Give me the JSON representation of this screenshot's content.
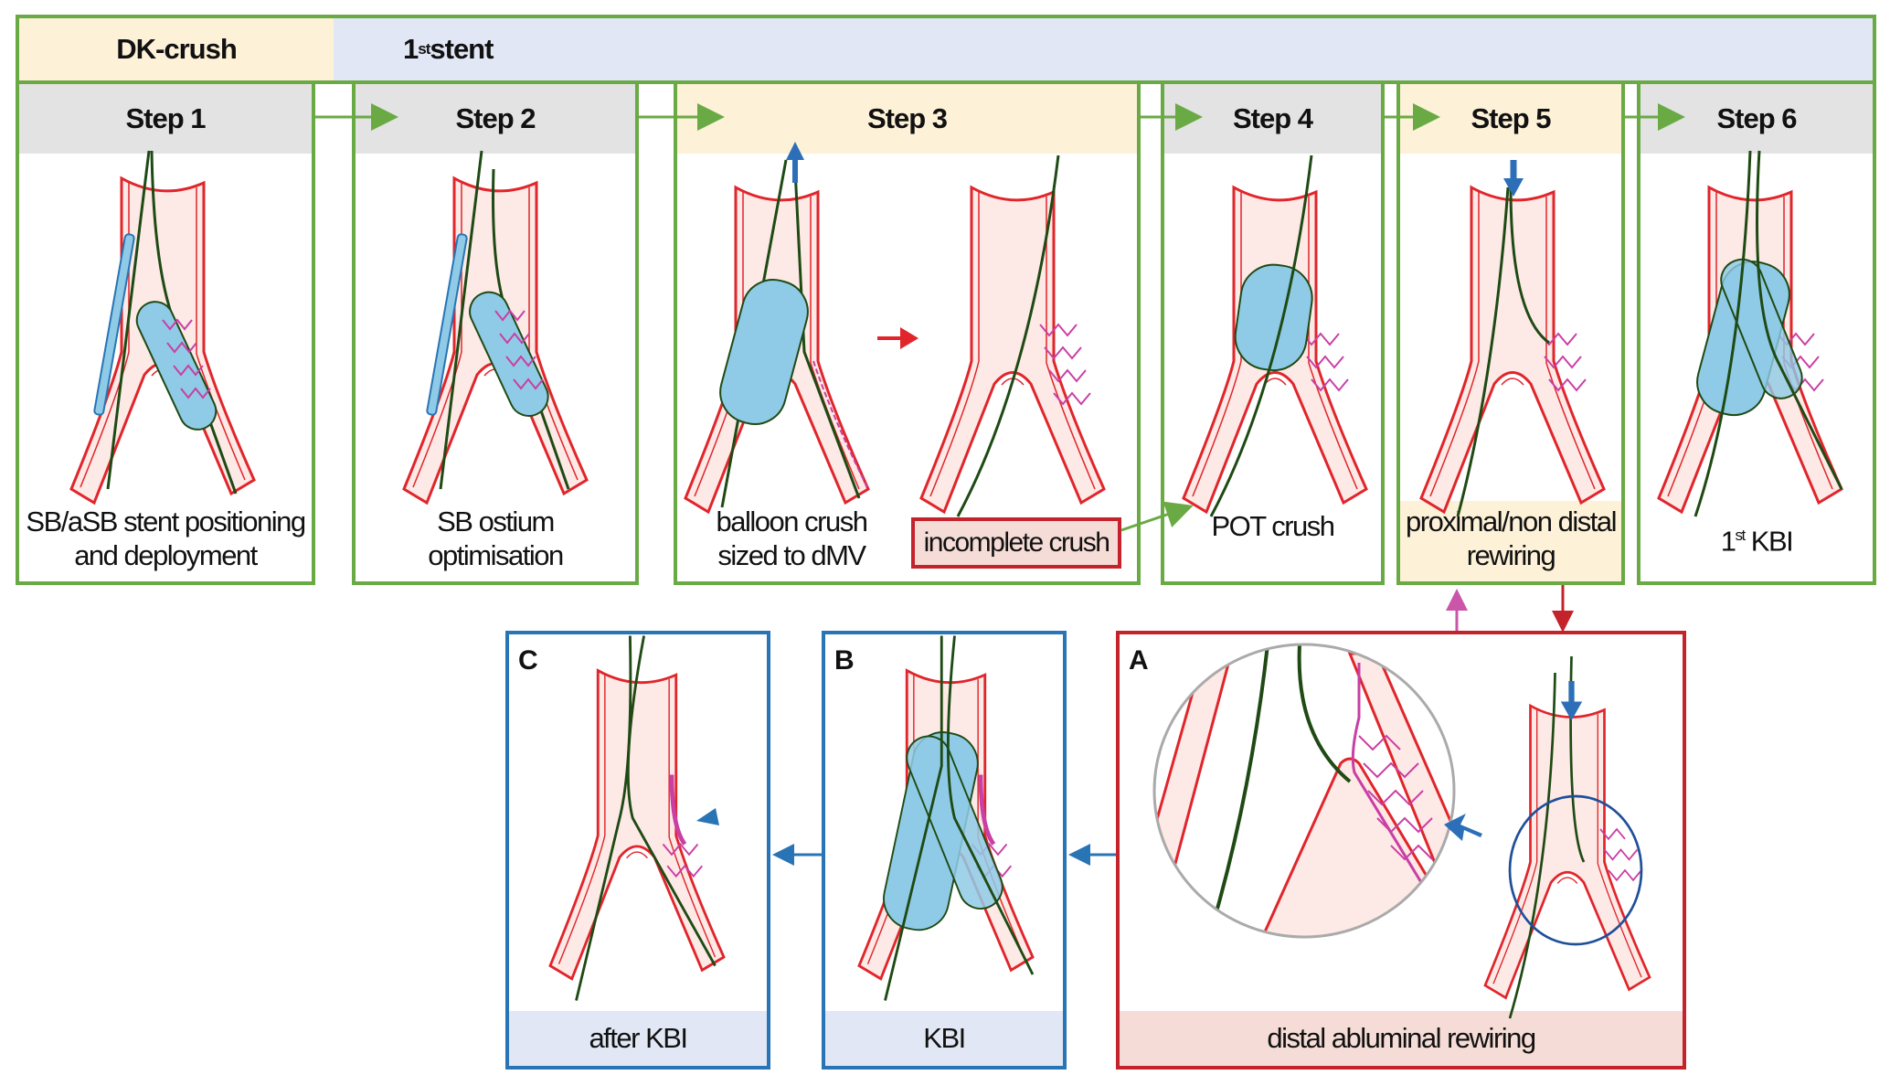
{
  "header": {
    "technique_label": "DK-crush",
    "stage_label_num": "1",
    "stage_label_sup": "st",
    "stage_label_text": " stent"
  },
  "steps": [
    {
      "label": "Step 1",
      "caption_lines": [
        "SB/aSB stent positioning",
        "and deployment"
      ],
      "highlight": false
    },
    {
      "label": "Step 2",
      "caption_lines": [
        "SB ostium",
        "optimisation"
      ],
      "highlight": false
    },
    {
      "label": "Step 3",
      "caption_lines": [
        "balloon crush",
        "sized to dMV"
      ],
      "highlight": true,
      "side_note": "incomplete crush"
    },
    {
      "label": "Step 4",
      "caption_lines": [
        "POT crush"
      ],
      "highlight": false
    },
    {
      "label": "Step 5",
      "caption_lines": [
        "proximal/non distal",
        "rewiring"
      ],
      "highlight": true
    },
    {
      "label": "Step 6",
      "caption_num": "1",
      "caption_sup": "st",
      "caption_text": " KBI",
      "highlight": false
    }
  ],
  "panels": [
    {
      "letter": "A",
      "caption": "distal abluminal rewiring"
    },
    {
      "letter": "B",
      "caption": "KBI"
    },
    {
      "letter": "C",
      "caption": "after KBI"
    }
  ],
  "colors": {
    "step_border": "#6aaa44",
    "flow_arrow": "#6aaa44",
    "band_technique": "#fdf1d8",
    "band_stage": "#e1e7f5",
    "step_header": "#e3e3e3",
    "highlight_header": "#fdf1d8",
    "panel_blue": "#2874b5",
    "panel_red": "#c4232b",
    "vessel": "#e0252b",
    "stent": "#c93fa4",
    "balloon": "#8fcbe6",
    "wire": "#1f4a14",
    "motion_arrow": "#2c6fb8",
    "magenta_arrow": "#c956a8"
  }
}
